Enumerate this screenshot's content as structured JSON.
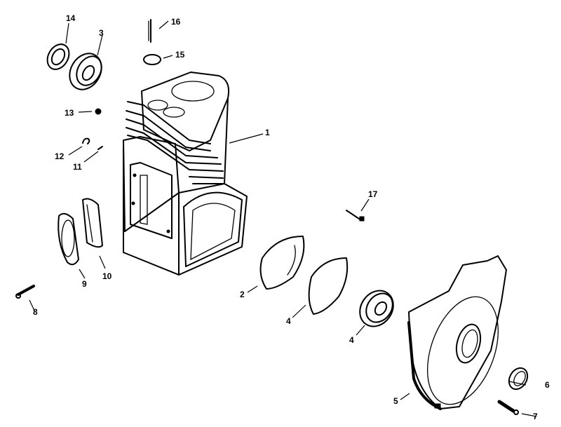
{
  "diagram": {
    "type": "exploded parts diagram",
    "subject": "engine crankcase / cylinder block assembly",
    "background": "#ffffff",
    "ink": "#000000"
  },
  "callouts": [
    {
      "id": "c1",
      "label": "1",
      "part": "cylinder-block"
    },
    {
      "id": "c2",
      "label": "2",
      "part": "bearing-plate"
    },
    {
      "id": "c3",
      "label": "3",
      "part": "gasket"
    },
    {
      "id": "c4a",
      "label": "4",
      "part": "ball-bearing-top"
    },
    {
      "id": "c4b",
      "label": "4",
      "part": "ball-bearing-lower"
    },
    {
      "id": "c5",
      "label": "5",
      "part": "blower-housing-plate"
    },
    {
      "id": "c6",
      "label": "6",
      "part": "oil-seal-lower"
    },
    {
      "id": "c7",
      "label": "7",
      "part": "screw-lower"
    },
    {
      "id": "c8",
      "label": "8",
      "part": "screw-left"
    },
    {
      "id": "c9",
      "label": "9",
      "part": "cover-plate"
    },
    {
      "id": "c10",
      "label": "10",
      "part": "cover-gasket"
    },
    {
      "id": "c11",
      "label": "11",
      "part": "pin"
    },
    {
      "id": "c12",
      "label": "12",
      "part": "cup-plug"
    },
    {
      "id": "c13",
      "label": "13",
      "part": "ball-plug"
    },
    {
      "id": "c14",
      "label": "14",
      "part": "oil-seal-top"
    },
    {
      "id": "c15",
      "label": "15",
      "part": "welch-plug"
    },
    {
      "id": "c16",
      "label": "16",
      "part": "dowel-pin"
    },
    {
      "id": "c17",
      "label": "17",
      "part": "spring-pin"
    }
  ]
}
